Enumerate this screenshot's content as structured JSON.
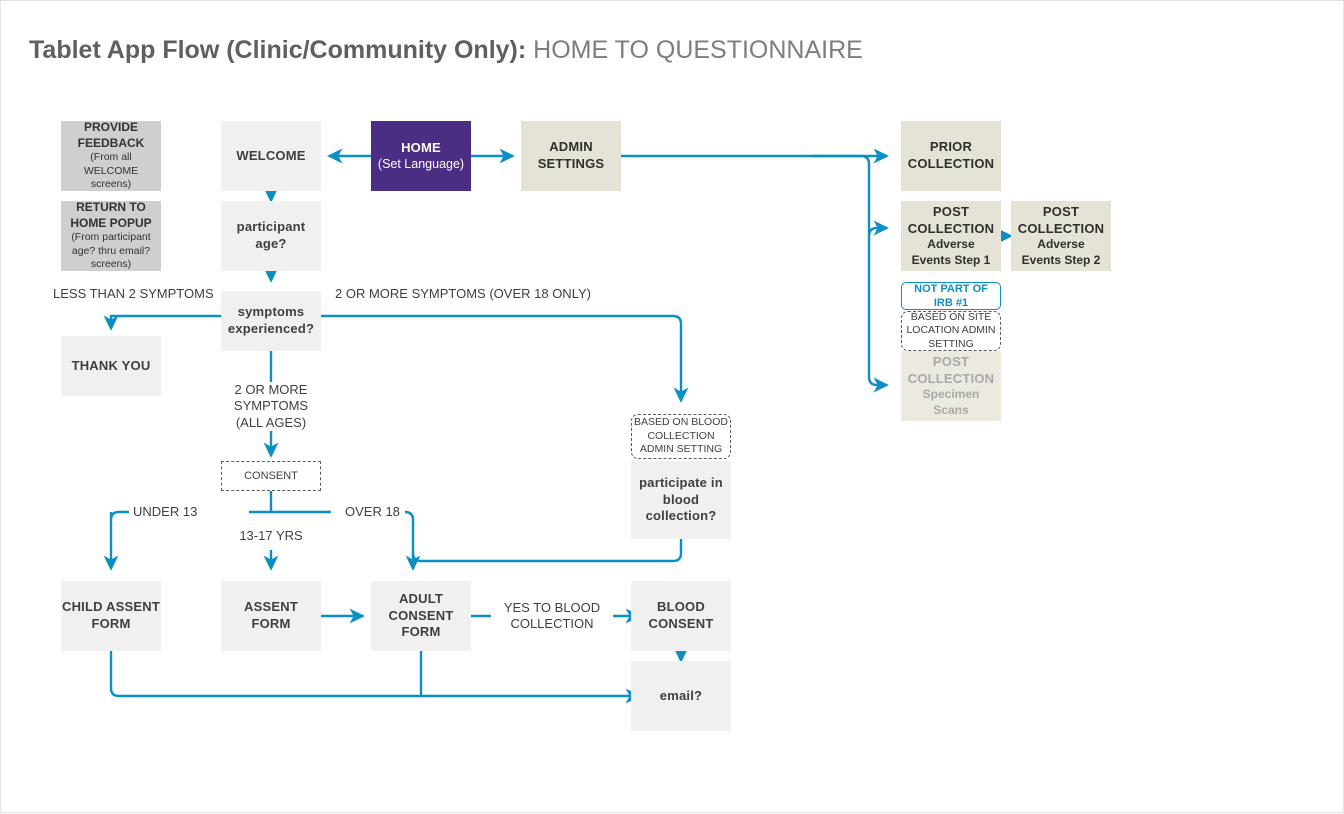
{
  "title": {
    "bold_part": "Tablet App Flow (Clinic/Community Only):",
    "light_part": " HOME TO QUESTIONNAIRE"
  },
  "colors": {
    "accent_teal": "#0c8fc4",
    "home_purple": "#4b2d83",
    "node_grey": "#f0f0f0",
    "note_grey": "#cfcfcf",
    "beige": "#e5e2d6",
    "beige_muted": "#ece9e0",
    "text_dark": "#3f3f3f",
    "text_muted": "#a9a9a9",
    "title_bold": "#5f5f5f",
    "title_light": "#7d7d7d"
  },
  "nodes": {
    "provide_feedback": {
      "title": "PROVIDE\nFEEDBACK",
      "sub": "(From all\nWELCOME\nscreens)"
    },
    "return_home_popup": {
      "title": "RETURN TO\nHOME POPUP",
      "sub": "(From participant\nage? thru email?\nscreens)"
    },
    "welcome": {
      "label": "WELCOME"
    },
    "participant_age": {
      "label": "participant\nage?"
    },
    "symptoms": {
      "label": "symptoms\nexperienced?"
    },
    "thank_you": {
      "label": "THANK YOU"
    },
    "home": {
      "title": "HOME",
      "sub": "(Set Language)"
    },
    "admin_settings": {
      "label": "ADMIN\nSETTINGS"
    },
    "prior_collection": {
      "label": "PRIOR\nCOLLECTION"
    },
    "post_collection_ae1": {
      "title": "POST\nCOLLECTION",
      "sub": "Adverse\nEvents Step 1"
    },
    "post_collection_ae2": {
      "title": "POST\nCOLLECTION",
      "sub": "Adverse\nEvents Step 2"
    },
    "not_part_of_irb": {
      "label": "NOT PART OF\nIRB #1"
    },
    "based_on_site_location": {
      "label": "BASED ON SITE\nLOCATION ADMIN\nSETTING"
    },
    "post_collection_specimen": {
      "title": "POST\nCOLLECTION",
      "sub": "Specimen\nScans"
    },
    "based_on_blood_collection": {
      "label": "BASED ON BLOOD\nCOLLECTION\nADMIN SETTING"
    },
    "participate_blood": {
      "label": "participate in\nblood\ncollection?"
    },
    "consent": {
      "label": "CONSENT"
    },
    "child_assent_form": {
      "label": "CHILD ASSENT\nFORM"
    },
    "assent_form": {
      "label": "ASSENT\nFORM"
    },
    "adult_consent_form": {
      "label": "ADULT\nCONSENT\nFORM"
    },
    "blood_consent": {
      "label": "BLOOD\nCONSENT"
    },
    "email": {
      "label": "email?"
    }
  },
  "edge_labels": {
    "less_than_2_symptoms": "LESS THAN 2 SYMPTOMS",
    "two_or_more_over_18": "2 OR MORE SYMPTOMS (OVER 18 ONLY)",
    "two_or_more_all_ages": "2 OR MORE\nSYMPTOMS\n(ALL AGES)",
    "under_13": "UNDER 13",
    "over_18": "OVER 18",
    "yrs_13_17": "13-17 YRS",
    "yes_to_blood_collection": "YES TO BLOOD\nCOLLECTION"
  }
}
